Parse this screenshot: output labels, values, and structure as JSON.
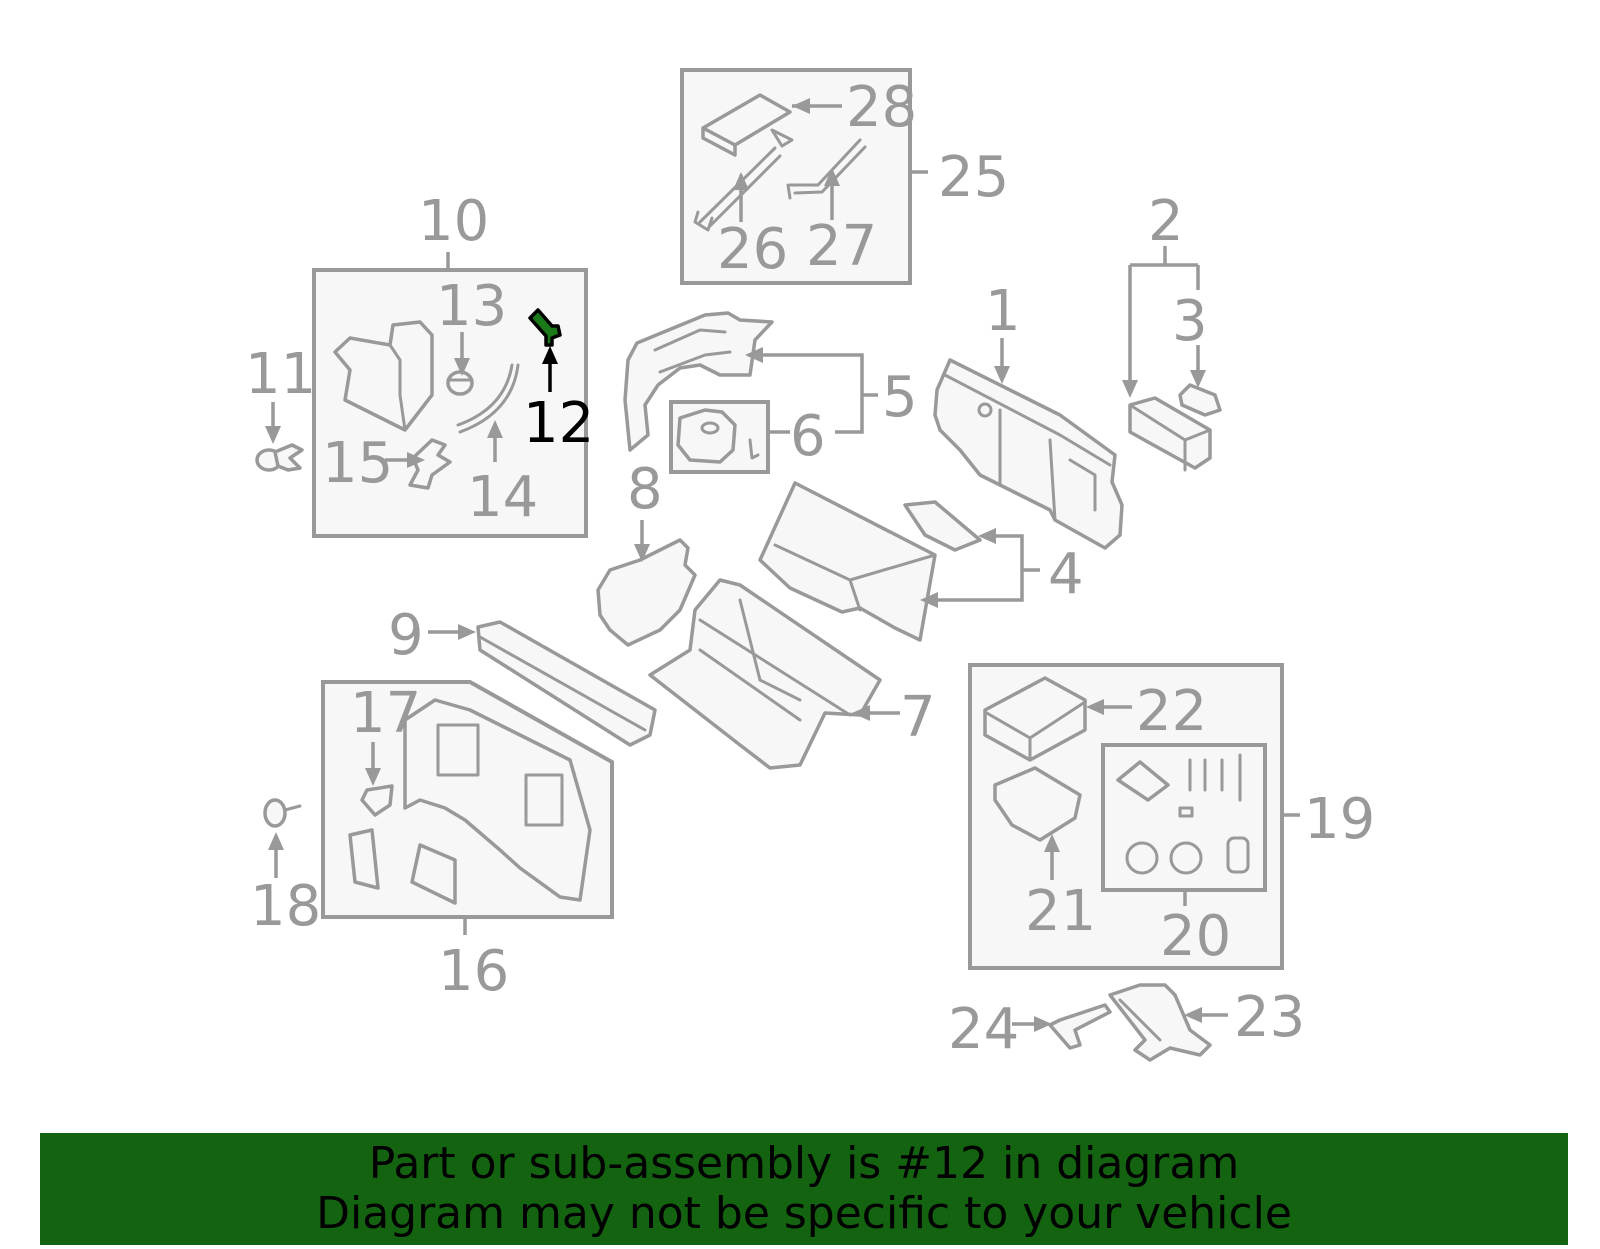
{
  "callouts": {
    "c1": "1",
    "c2": "2",
    "c3": "3",
    "c4": "4",
    "c5": "5",
    "c6": "6",
    "c7": "7",
    "c8": "8",
    "c9": "9",
    "c10": "10",
    "c11": "11",
    "c12": "12",
    "c13": "13",
    "c14": "14",
    "c15": "15",
    "c16": "16",
    "c17": "17",
    "c18": "18",
    "c19": "19",
    "c20": "20",
    "c21": "21",
    "c22": "22",
    "c23": "23",
    "c24": "24",
    "c25": "25",
    "c26": "26",
    "c27": "27",
    "c28": "28"
  },
  "highlighted_part": "12",
  "colors": {
    "line": "#999999",
    "highlight_part": "#1a7a1a",
    "banner_background": "#136310",
    "banner_text": "#000000"
  },
  "banner": {
    "line1": "Part or sub-assembly is #12 in diagram",
    "line2": "Diagram may not be specific to your vehicle"
  }
}
